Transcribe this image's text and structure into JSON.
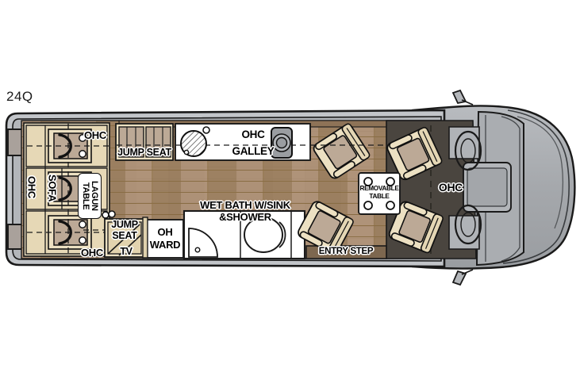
{
  "floorplan": {
    "model_code": "24Q",
    "type": "Class B motorhome floorplan, top-down view",
    "labels": {
      "ohc_rear_upper": "OHC",
      "ohc_rear_lower": "OHC",
      "ohc_side_vertical": "OHC",
      "sofa_vertical": "SOFA",
      "lagun_table": "LAGUN\nTABLE",
      "jump_seat_galley": "JUMP SEAT",
      "jump_seat_left": "JUMP\nSEAT",
      "tv": "TV",
      "ohc_galley": "OHC\nGALLEY",
      "wet_bath": "WET BATH W/SINK\n&SHOWER",
      "oh_ward": "OH\nWARD",
      "removable_table": "REMOVABLE\nTABLE",
      "entry_step": "ENTRY STEP",
      "ohc_cab": "OHC"
    },
    "colors": {
      "body_outline": "#1a1a1a",
      "body_shell": "#b9bcc0",
      "floor_wood": "#a98d6f",
      "cabinet_cream": "#ece0c2",
      "cushion_taupe": "#bca996",
      "cab_carpet": "#4a453f",
      "van_gray": "#a8abaf",
      "entry_step_brown": "#7d674f",
      "white_fixture": "#ffffff",
      "appliance_gray": "#9a9da1"
    },
    "features": [
      "Rear sofa / twin lounge seating with overhead cabinets",
      "Lagun swivel table",
      "Galley with round sink and cooktop, overhead cabinets",
      "Wet bath with sink and shower, toilet",
      "Overhead wardrobe",
      "Two jump seats",
      "TV",
      "Four swivel captain's chairs with removable table",
      "Entry step",
      "Cab overhead cabinet"
    ]
  }
}
